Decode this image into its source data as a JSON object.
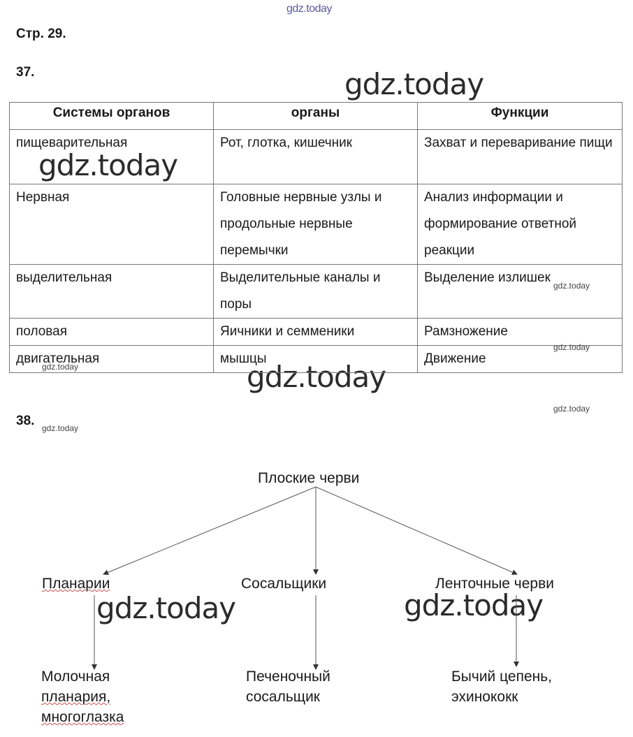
{
  "watermark": "gdz.today",
  "page_label": "Стр. 29.",
  "task37": {
    "number": "37.",
    "headers": [
      "Системы органов",
      "органы",
      "Функции"
    ],
    "rows": [
      [
        "пищеварительная",
        "Рот, глотка, кишечник",
        "Захват и переваривание пищи"
      ],
      [
        "Нервная",
        "Головные нервные узлы и продольные нервные перемычки",
        "Анализ информации и формирование ответной реакции"
      ],
      [
        "выделительная",
        "Выделительные каналы и поры",
        "Выделение излишек"
      ],
      [
        "половая",
        "Яичники и семменики",
        "Рамзножение"
      ],
      [
        "двигательная",
        "мышцы",
        "Движение"
      ]
    ]
  },
  "task38": {
    "number": "38.",
    "root": "Плоские черви",
    "classes": [
      "Планарии",
      "Сосальщики",
      "Ленточные черви"
    ],
    "examples": [
      [
        "Молочная",
        "планария,",
        "многоглазка"
      ],
      [
        "Печеночный",
        "сосальщик"
      ],
      [
        "Бычий цепень,",
        "эхинококк"
      ]
    ]
  }
}
